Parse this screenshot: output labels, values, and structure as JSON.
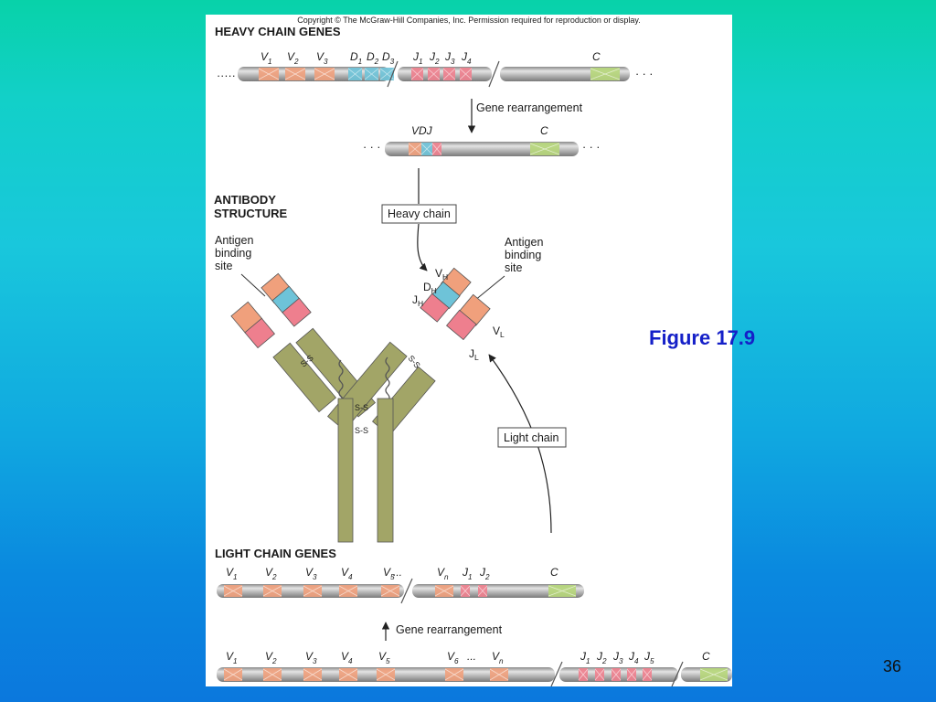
{
  "slide": {
    "figure_caption": "Figure 17.9",
    "slide_number": "36",
    "colors": {
      "background_top": "#08d2a9",
      "background_bottom": "#0b78dd",
      "caption": "#1520c8",
      "v_segment": "#f0a07c",
      "d_segment": "#6ec3d8",
      "j_segment": "#ee7f8e",
      "c_segment": "#b6d67a",
      "constant_region": "#a2a567"
    }
  },
  "figure": {
    "copyright": "Copyright © The McGraw-Hill Companies, Inc. Permission required for reproduction or display.",
    "heavy_chain": {
      "title": "HEAVY CHAIN GENES",
      "gene_labels": [
        {
          "base": "V",
          "sub": "1"
        },
        {
          "base": "V",
          "sub": "2"
        },
        {
          "base": "V",
          "sub": "3"
        },
        {
          "base": "D",
          "sub": "1"
        },
        {
          "base": "D",
          "sub": "2"
        },
        {
          "base": "D",
          "sub": "3"
        },
        {
          "base": "J",
          "sub": "1"
        },
        {
          "base": "J",
          "sub": "2"
        },
        {
          "base": "J",
          "sub": "3"
        },
        {
          "base": "J",
          "sub": "4"
        },
        {
          "base": "C",
          "sub": ""
        }
      ],
      "leading_dots": "·····",
      "trailing_dots": "· · ·",
      "rearrangement_label": "Gene rearrangement",
      "rearranged_labels": [
        "VDJ",
        "C"
      ],
      "rearranged_dots_left": "· · ·",
      "rearranged_dots_right": "· · ·"
    },
    "antibody": {
      "title_line1": "ANTIBODY",
      "title_line2": "STRUCTURE",
      "heavy_chain_box": "Heavy chain",
      "light_chain_box": "Light chain",
      "antigen_left": [
        "Antigen",
        "binding",
        "site"
      ],
      "antigen_right": [
        "Antigen",
        "binding",
        "site"
      ],
      "region_labels": [
        {
          "base": "V",
          "sub": "H"
        },
        {
          "base": "D",
          "sub": "H"
        },
        {
          "base": "J",
          "sub": "H"
        },
        {
          "base": "V",
          "sub": "L"
        },
        {
          "base": "J",
          "sub": "L"
        }
      ],
      "disulfide": "S-S"
    },
    "light_chain": {
      "title": "LIGHT CHAIN GENES",
      "row1_labels": [
        {
          "base": "V",
          "sub": "1"
        },
        {
          "base": "V",
          "sub": "2"
        },
        {
          "base": "V",
          "sub": "3"
        },
        {
          "base": "V",
          "sub": "4"
        },
        {
          "base": "V",
          "sub": "5"
        },
        {
          "base": "V",
          "sub": "n"
        },
        {
          "base": "J",
          "sub": "1"
        },
        {
          "base": "J",
          "sub": "2"
        },
        {
          "base": "C",
          "sub": ""
        }
      ],
      "row1_ellipsis": "...",
      "rearrangement_label": "Gene rearrangement",
      "row2_labels": [
        {
          "base": "V",
          "sub": "1"
        },
        {
          "base": "V",
          "sub": "2"
        },
        {
          "base": "V",
          "sub": "3"
        },
        {
          "base": "V",
          "sub": "4"
        },
        {
          "base": "V",
          "sub": "5"
        },
        {
          "base": "V",
          "sub": "6"
        },
        {
          "base": "V",
          "sub": "n"
        },
        {
          "base": "J",
          "sub": "1"
        },
        {
          "base": "J",
          "sub": "2"
        },
        {
          "base": "J",
          "sub": "3"
        },
        {
          "base": "J",
          "sub": "4"
        },
        {
          "base": "J",
          "sub": "5"
        },
        {
          "base": "C",
          "sub": ""
        }
      ],
      "row2_ellipsis": "..."
    }
  }
}
